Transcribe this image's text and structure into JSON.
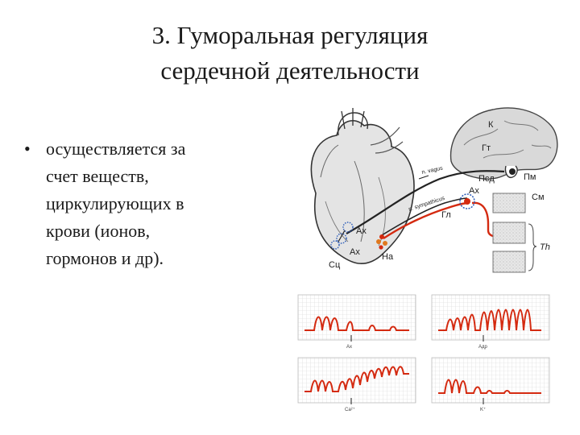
{
  "slide": {
    "title_line1": "3. Гуморальная регуляция",
    "title_line2": "сердечной деятельности",
    "bullet_symbol": "•",
    "bullet_lines": [
      "осуществляется за",
      "счет  веществ,",
      "циркулирующих  в",
      "крови (ионов,",
      "гормонов и др)."
    ]
  },
  "diagram": {
    "labels": {
      "cortex": "К",
      "hypothalamus": "Гт",
      "vagus": "n. vagus",
      "medulla_para": "Псд",
      "pituitary": "Пм",
      "acetylcholine_top": "Ах",
      "sympathicus": "n. sympathicus",
      "ganglion": "Гл",
      "spinal_cervical": "См",
      "thoracic": "Th",
      "heart_ach1": "Ах",
      "heart_ach2": "Ах",
      "sinus_node": "Сц",
      "adrenergic_ending": "На"
    },
    "recordings": [
      {
        "agent": "Ах"
      },
      {
        "agent": "Адр"
      },
      {
        "agent": "Ca²⁺"
      },
      {
        "agent": "K⁺"
      }
    ],
    "colors": {
      "red": "#d42a10",
      "dark": "#222222",
      "grid": "#cfcfcf",
      "blue": "#2a5ab8"
    }
  }
}
